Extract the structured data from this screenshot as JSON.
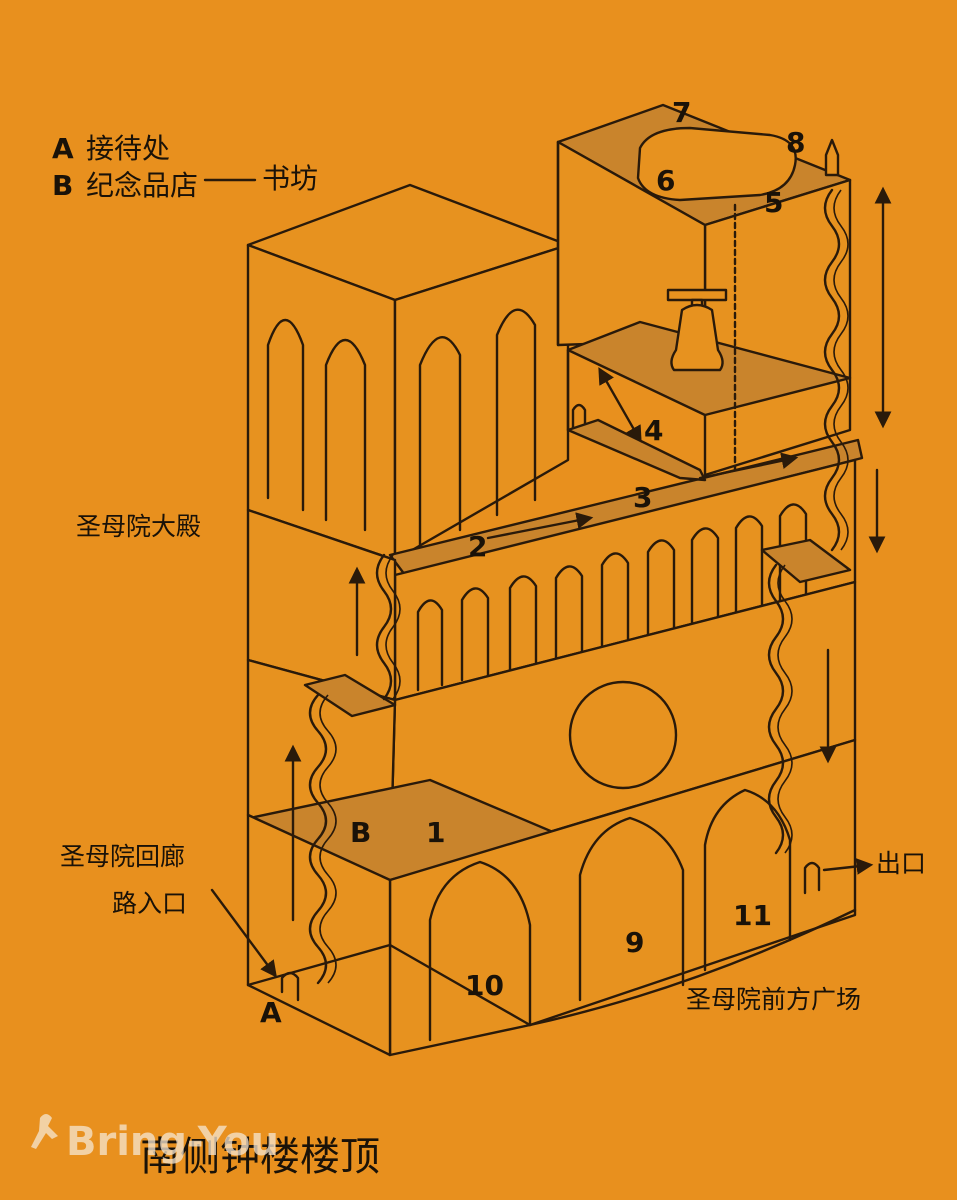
{
  "legend": [
    {
      "key": "A",
      "text": "接待处"
    },
    {
      "key": "B",
      "text": "纪念品店",
      "extra": "书坊"
    }
  ],
  "labels": {
    "nave": "圣母院大殿",
    "cloister_entry_line1": "圣母院回廊",
    "cloister_entry_line2": "路入口",
    "exit": "出口",
    "forecourt": "圣母院前方广场",
    "tower_label_a": "A",
    "room_b": "B"
  },
  "route_numbers": [
    "1",
    "2",
    "3",
    "4",
    "5",
    "6",
    "7",
    "8",
    "9",
    "10",
    "11"
  ],
  "title": "南侧钟楼楼顶",
  "watermark": "Bring-You",
  "colors": {
    "background": "#e8901e",
    "ink": "#2a1a0a",
    "shade": "#c9842c"
  }
}
